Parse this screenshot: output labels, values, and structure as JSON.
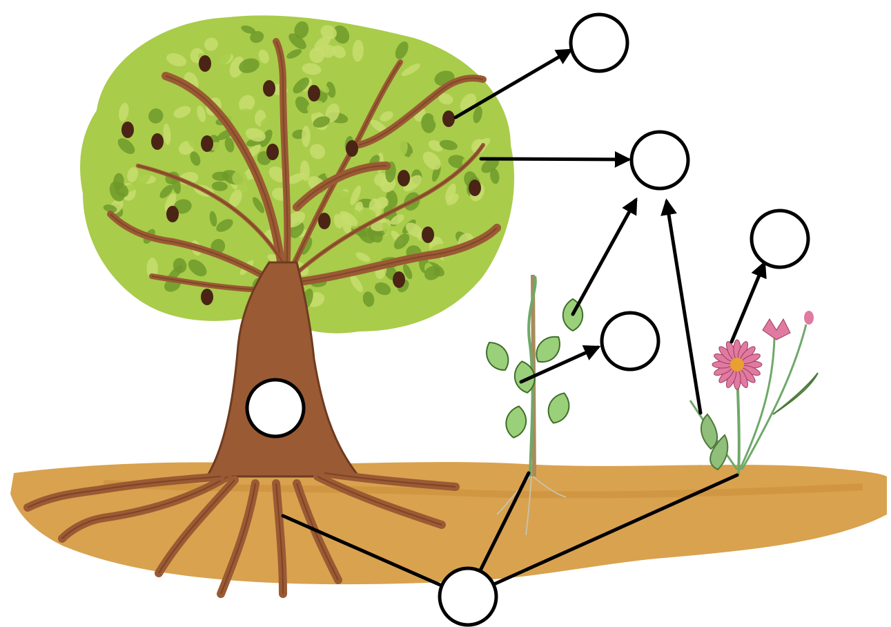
{
  "diagram": {
    "scene": "plant-parts-labeling",
    "colors": {
      "soil": "#d9a24f",
      "soil_dark": "#c98a36",
      "trunk": "#9a5a34",
      "trunk_dark": "#6e3b1f",
      "foliage": "#a9cc4a",
      "foliage_light": "#c8dd6f",
      "foliage_dark": "#6f9a2a",
      "fruit": "#4a2414",
      "vine_leaf": "#9bd07a",
      "flower_petal": "#e07aa0",
      "flower_center": "#e8a030",
      "stem": "#6fa86a",
      "line": "#000000",
      "circle_fill": "#ffffff"
    },
    "labels": [
      {
        "id": "fruit",
        "text": ""
      },
      {
        "id": "leaf",
        "text": ""
      },
      {
        "id": "flower",
        "text": ""
      },
      {
        "id": "stem",
        "text": ""
      },
      {
        "id": "trunk",
        "text": ""
      },
      {
        "id": "roots",
        "text": ""
      }
    ]
  }
}
